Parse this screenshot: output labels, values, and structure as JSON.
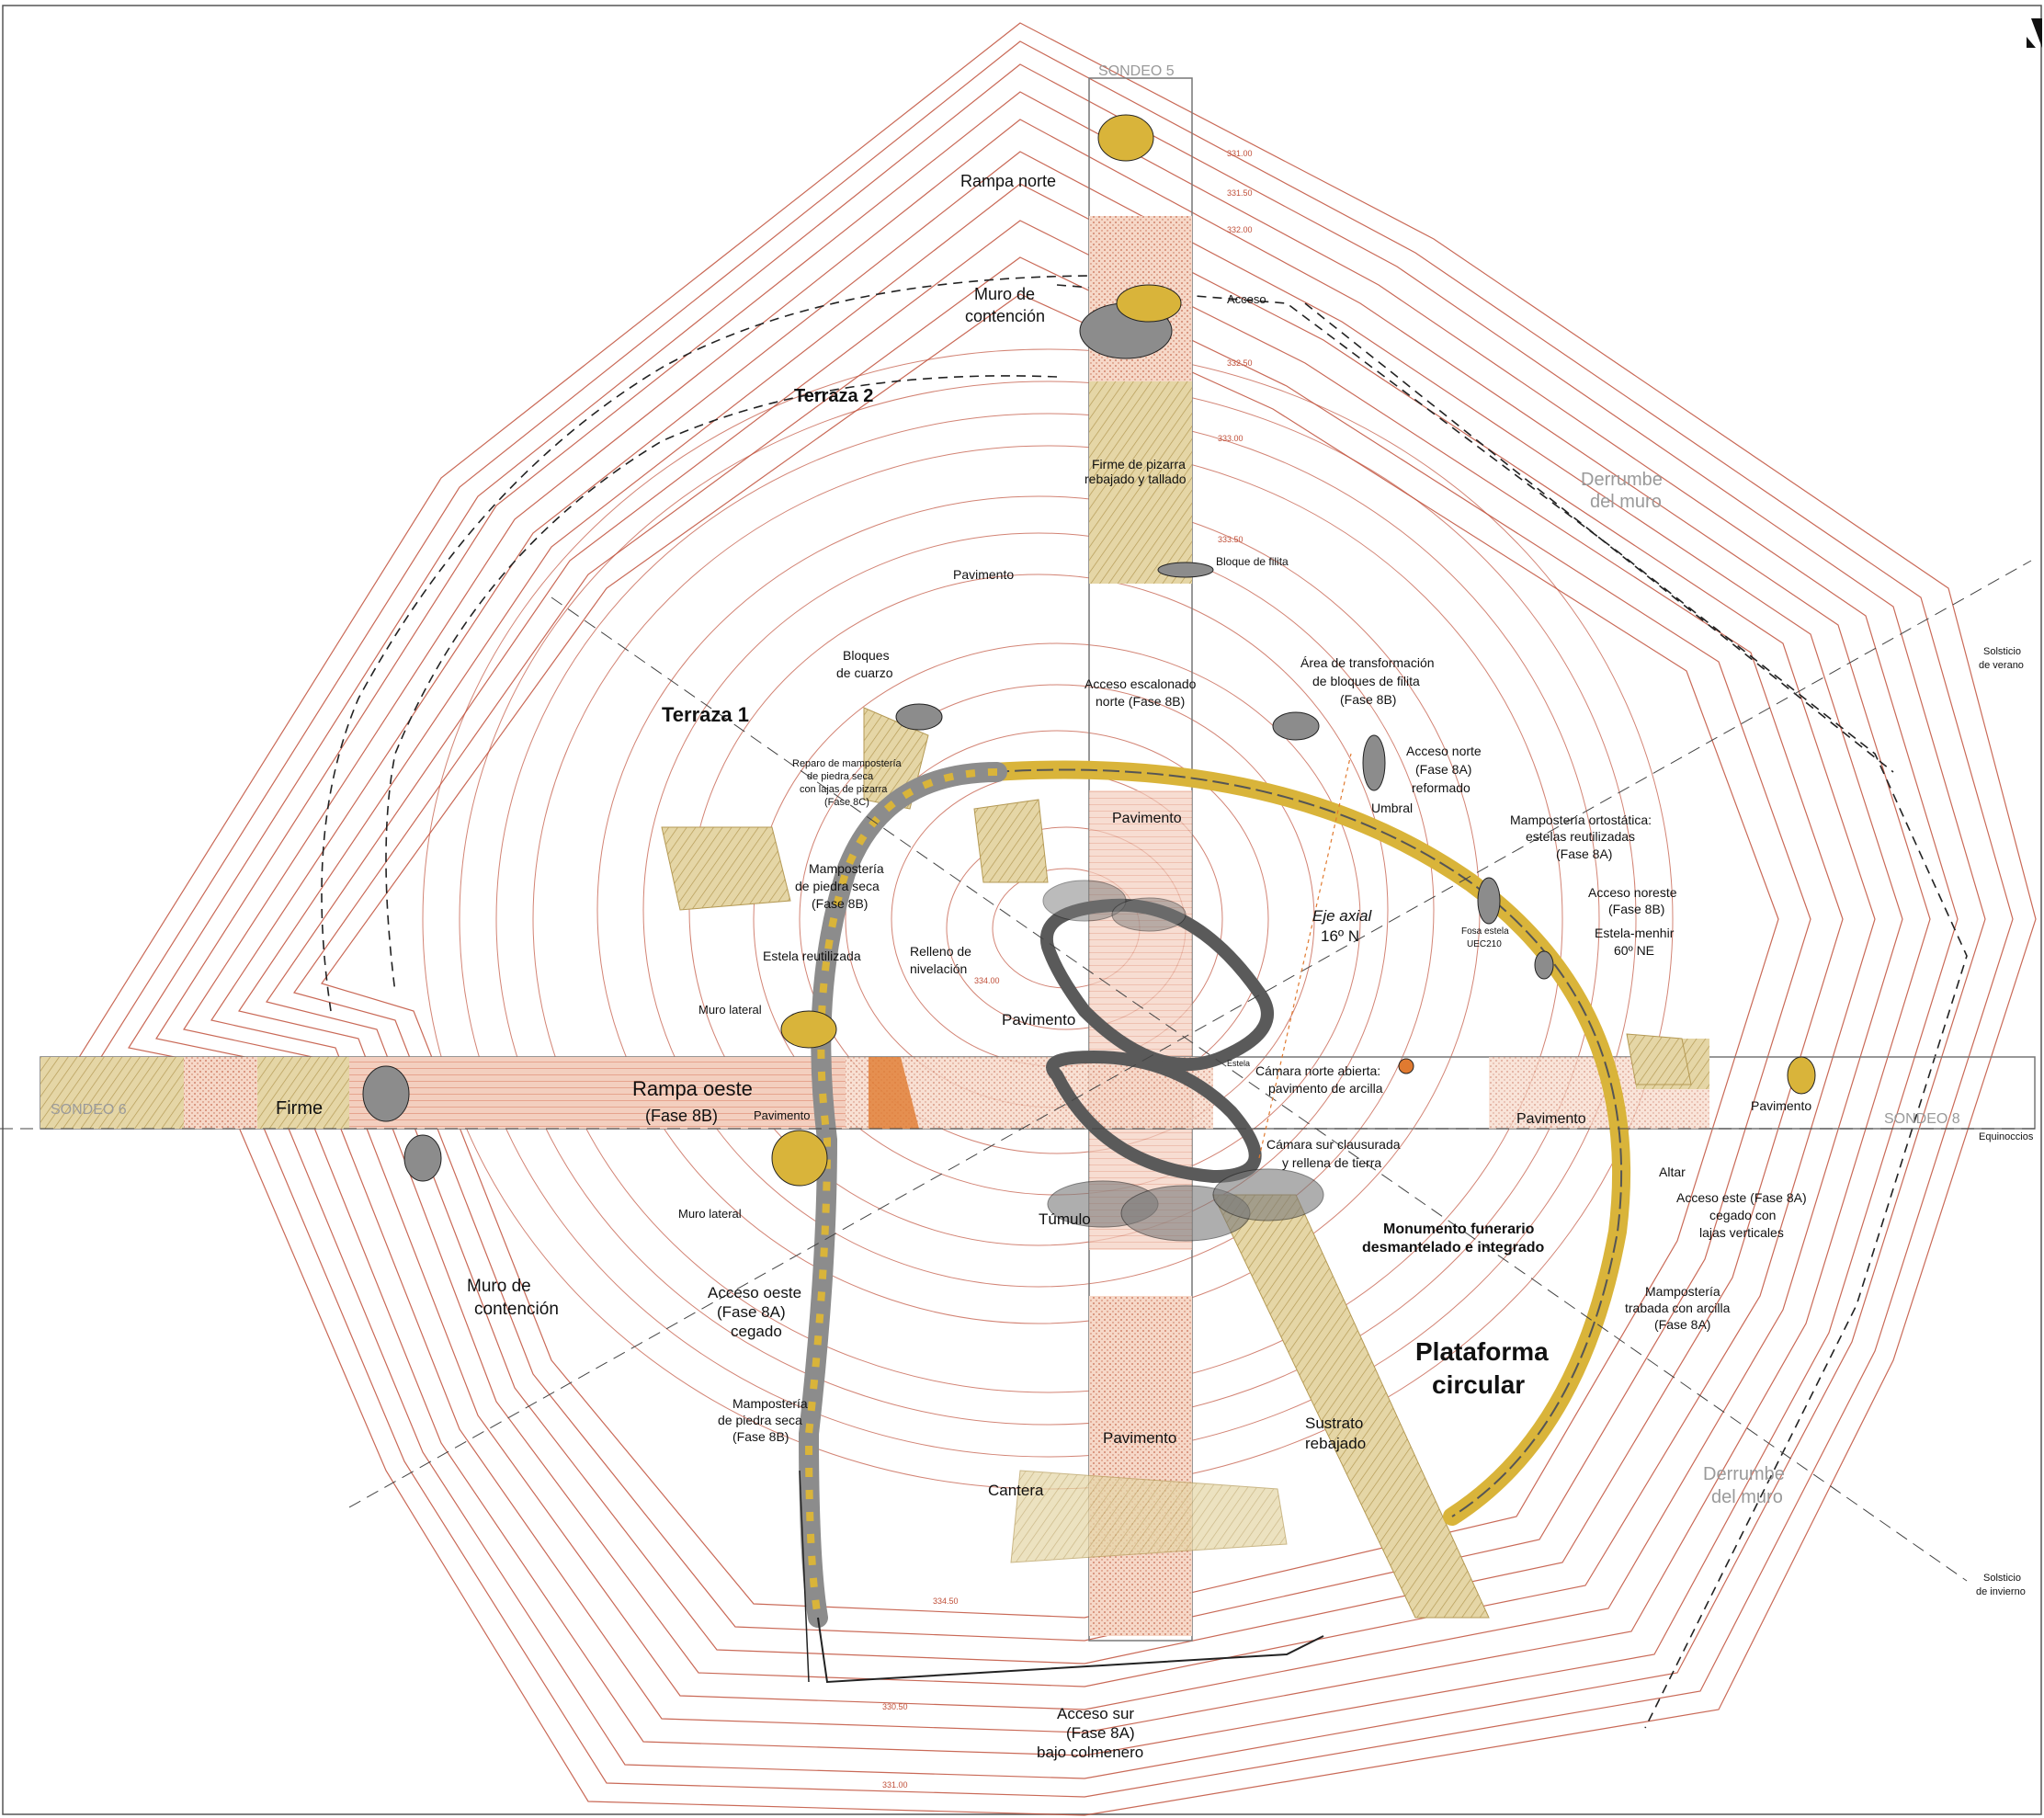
{
  "sondeos": {
    "s5": "SONDEO 5",
    "s6": "SONDEO 6",
    "s8": "SONDEO 8"
  },
  "elevations": [
    "331.00",
    "331.50",
    "332.00",
    "332.50",
    "333.00",
    "333.50",
    "334.00",
    "334.50",
    "330.50",
    "331.00"
  ],
  "labels": {
    "rampa_norte": "Rampa norte",
    "muro_contencion_n_1": "Muro de",
    "muro_contencion_n_2": "contención",
    "acceso": "Acceso",
    "terraza2": "Terraza 2",
    "terraza1": "Terraza 1",
    "firme_pizarra_1": "Firme de pizarra",
    "firme_pizarra_2": "rebajado y tallado",
    "derrumbe_ne_1": "Derrumbe",
    "derrumbe_ne_2": "del muro",
    "pavimento_n": "Pavimento",
    "bloque_filita": "Bloque de filita",
    "area_transf_1": "Área de transformación",
    "area_transf_2": "de bloques de filita",
    "area_transf_3": "(Fase 8B)",
    "bloques_cuarzo_1": "Bloques",
    "bloques_cuarzo_2": "de cuarzo",
    "acceso_esc_1": "Acceso escalonado",
    "acceso_esc_2": "norte (Fase 8B)",
    "acceso_norte_1": "Acceso norte",
    "acceso_norte_2": "(Fase 8A)",
    "acceso_norte_3": "reformado",
    "reparo_1": "Reparo de mampostería",
    "reparo_2": "de piedra seca",
    "reparo_3": "con lajas de pizarra",
    "reparo_4": "(Fase 8C)",
    "pavimento_int_n": "Pavimento",
    "umbral": "Umbral",
    "mamp_orto_1": "Mampostería ortostática:",
    "mamp_orto_2": "estelas reutilizadas",
    "mamp_orto_3": "(Fase 8A)",
    "mamp_seca_w_1": "Mampostería",
    "mamp_seca_w_2": "de piedra seca",
    "mamp_seca_w_3": "(Fase 8B)",
    "acceso_ne_1": "Acceso noreste",
    "acceso_ne_2": "(Fase 8B)",
    "estela_menhir_1": "Estela-menhir",
    "estela_menhir_2": "60º NE",
    "fosa_estela_1": "Fosa estela",
    "fosa_estela_2": "UEC210",
    "eje_axial_1": "Eje axial",
    "eje_axial_2": "16º N",
    "estela_reutilizada": "Estela reutilizada",
    "relleno_1": "Relleno de",
    "relleno_2": "nivelación",
    "muro_lateral_n": "Muro lateral",
    "muro_lateral_s": "Muro lateral",
    "pavimento_c": "Pavimento",
    "estela_small": "Estela",
    "camara_norte_1": "Cámara  norte abierta:",
    "camara_norte_2": "pavimento de arcilla",
    "firme": "Firme",
    "rampa_oeste_1": "Rampa oeste",
    "rampa_oeste_2": "(Fase 8B)",
    "pavimento_w": "Pavimento",
    "pavimento_e": "Pavimento",
    "pavimento_fe": "Pavimento",
    "equinoccios": "Equinoccios",
    "camara_sur_1": "Cámara  sur clausurada",
    "camara_sur_2": "y rellena de tierra",
    "altar": "Altar",
    "acceso_este_1": "Acceso este (Fase 8A)",
    "acceso_este_2": "cegado con",
    "acceso_este_3": "lajas verticales",
    "tumulo": "Túmulo",
    "monumento_1": "Monumento funerario",
    "monumento_2": "desmantelado e integrado",
    "muro_contencion_w_1": "Muro de",
    "muro_contencion_w_2": "contención",
    "acceso_oeste_1": "Acceso oeste",
    "acceso_oeste_2": "(Fase 8A)",
    "acceso_oeste_3": "cegado",
    "mamp_arcilla_1": "Mampostería",
    "mamp_arcilla_2": "trabada con arcilla",
    "mamp_arcilla_3": "(Fase 8A)",
    "plataforma_1": "Plataforma",
    "plataforma_2": "circular",
    "mamp_seca_sw_1": "Mampostería",
    "mamp_seca_sw_2": "de piedra seca",
    "mamp_seca_sw_3": "(Fase 8B)",
    "sustrato_1": "Sustrato",
    "sustrato_2": "rebajado",
    "pavimento_s": "Pavimento",
    "derrumbe_se_1": "Derrumbe",
    "derrumbe_se_2": "del muro",
    "cantera": "Cantera",
    "solsticio_verano_1": "Solsticio",
    "solsticio_verano_2": "de verano",
    "solsticio_invierno_1": "Solsticio",
    "solsticio_invierno_2": "de invierno",
    "acceso_sur_1": "Acceso sur",
    "acceso_sur_2": "(Fase 8A)",
    "acceso_sur_3": "bajo colmenero"
  },
  "colors": {
    "contour": "#c0503a",
    "contour_light": "#d9a27a",
    "fill_pink": "#f2c9b8",
    "fill_khaki": "#d9c89a",
    "stone_grey": "#8c8c8c",
    "stone_yellow": "#d9b43a",
    "orange": "#e07a30"
  }
}
